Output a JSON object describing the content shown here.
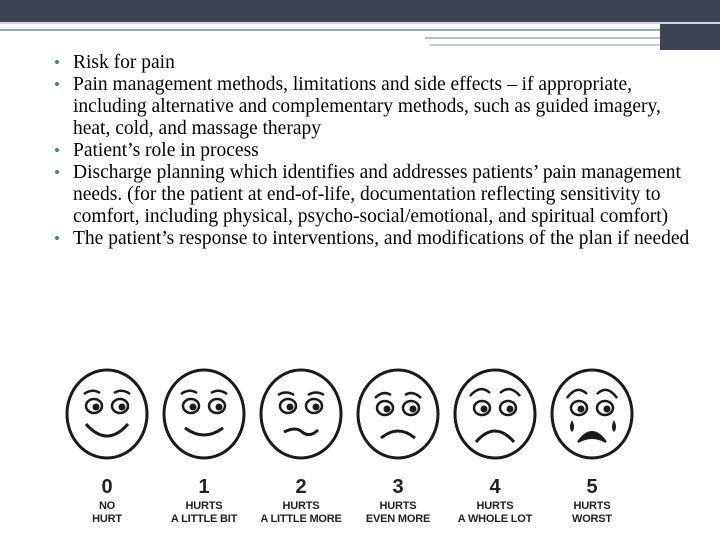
{
  "bullets": [
    "Risk for pain",
    "Pain management methods, limitations and side effects – if appropriate, including alternative and complementary methods, such as guided imagery, heat, cold, and massage therapy",
    "Patient’s role in process",
    "Discharge planning which identifies and addresses patients’ pain management needs. (for the patient at end-of-life, documentation reflecting sensitivity to comfort, including physical, psycho-social/emotional, and spiritual comfort)",
    "The patient’s response to interventions, and modifications of the plan if needed"
  ],
  "scale": [
    {
      "number": "0",
      "line1": "NO",
      "line2": "HURT"
    },
    {
      "number": "1",
      "line1": "HURTS",
      "line2": "A LITTLE BIT"
    },
    {
      "number": "2",
      "line1": "HURTS",
      "line2": "A LITTLE MORE"
    },
    {
      "number": "3",
      "line1": "HURTS",
      "line2": "EVEN MORE"
    },
    {
      "number": "4",
      "line1": "HURTS",
      "line2": "A WHOLE LOT"
    },
    {
      "number": "5",
      "line1": "HURTS",
      "line2": "WORST"
    }
  ],
  "colors": {
    "band": "#3d4350",
    "bullet": "#3c79b0",
    "face_stroke": "#1a1a1a"
  }
}
